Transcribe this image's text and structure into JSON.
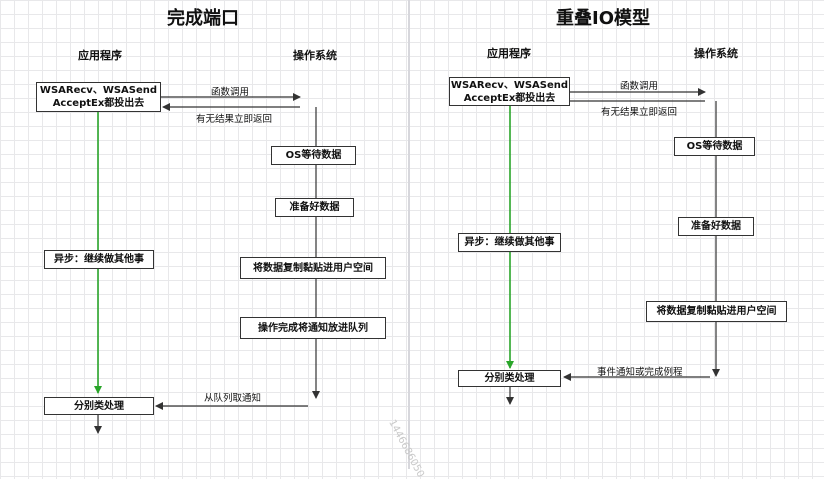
{
  "colors": {
    "green": "#2aa52a",
    "line": "#333333"
  },
  "left": {
    "title": "完成端口",
    "col_app": "应用程序",
    "col_os": "操作系统",
    "box_call": [
      "WSARecv、WSASend",
      "AcceptEx都投出去"
    ],
    "lbl_call": "函数调用",
    "lbl_return": "有无结果立即返回",
    "box_os_wait": "OS等待数据",
    "box_ready": "准备好数据",
    "box_async": "异步：继续做其他事",
    "box_copy": "将数据复制黏贴进用户空间",
    "box_queue": "操作完成将通知放进队列",
    "lbl_fetch": "从队列取通知",
    "box_handle": "分别类处理"
  },
  "right": {
    "title": "重叠IO模型",
    "col_app": "应用程序",
    "col_os": "操作系统",
    "box_call": [
      "WSARecv、WSASend",
      "AcceptEx都投出去"
    ],
    "lbl_call": "函数调用",
    "lbl_return": "有无结果立即返回",
    "box_os_wait": "OS等待数据",
    "box_ready": "准备好数据",
    "box_async": "异步：继续做其他事",
    "box_copy": "将数据复制黏贴进用户空间",
    "lbl_notify": "事件通知或完成例程",
    "box_handle": "分别类处理"
  },
  "watermark": "1446686050"
}
